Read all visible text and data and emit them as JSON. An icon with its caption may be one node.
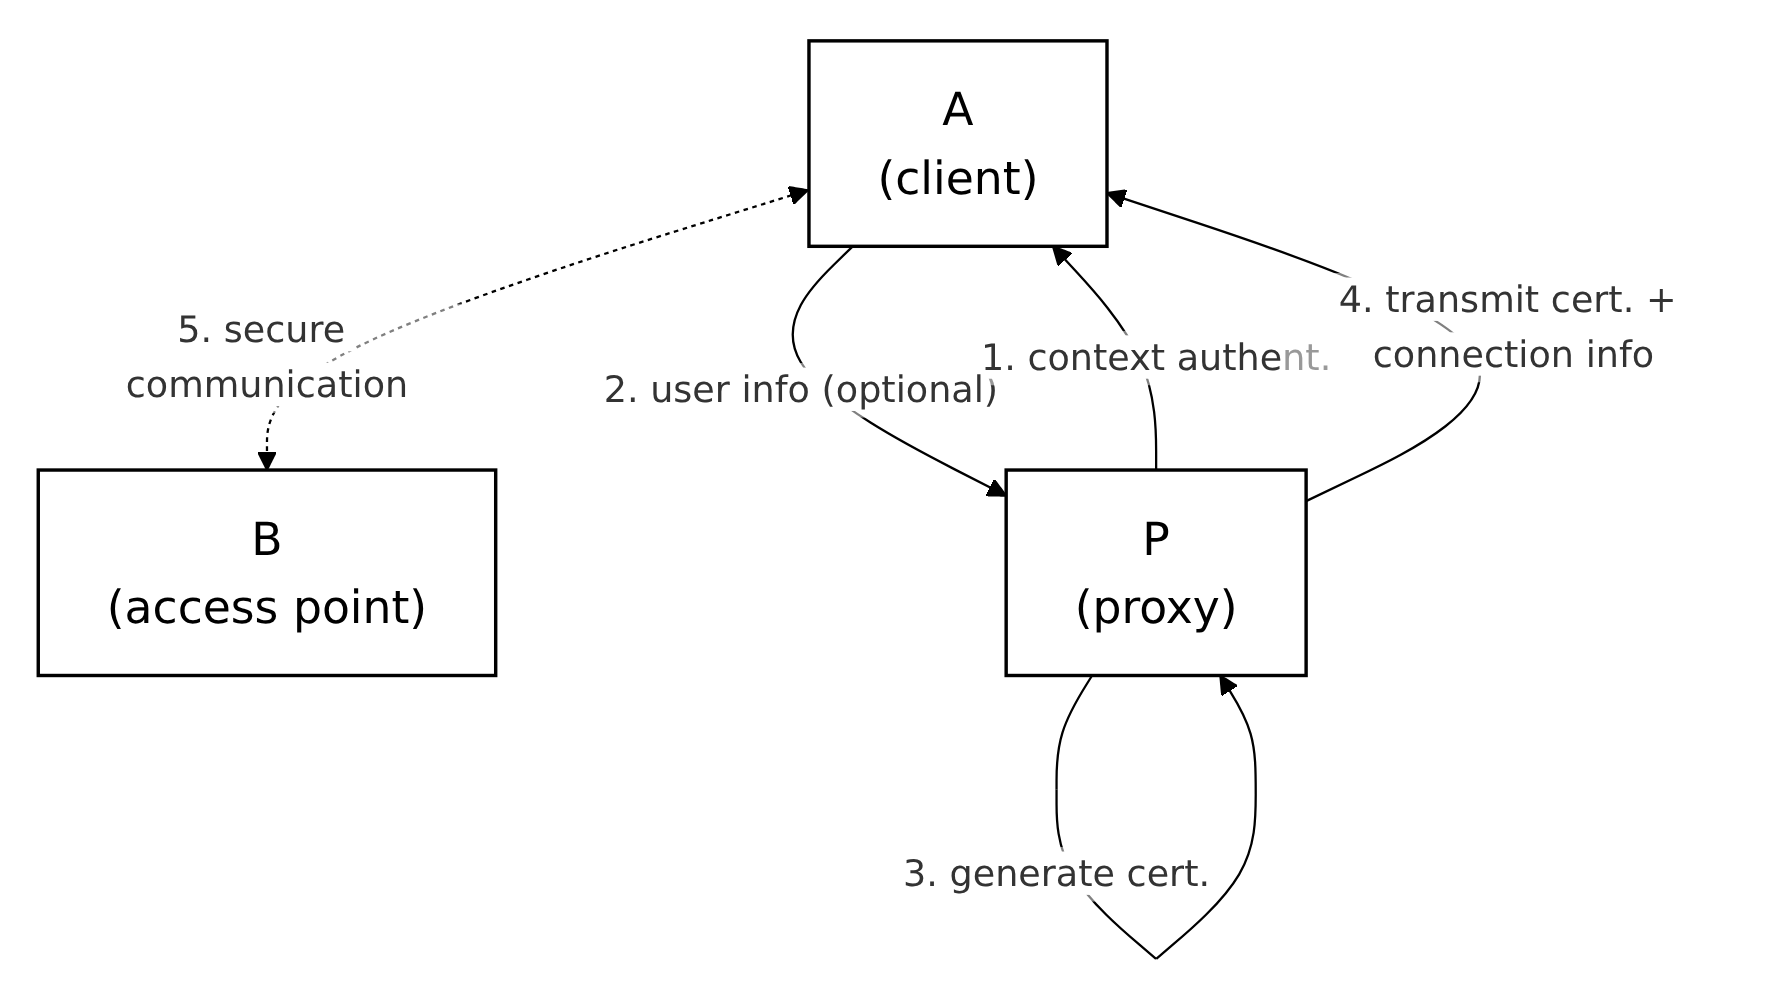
{
  "diagram": {
    "nodes": [
      {
        "text": [
          "A",
          "(client)"
        ]
      },
      {
        "text": [
          "B",
          "(access point)"
        ]
      },
      {
        "text": [
          "P",
          "(proxy)"
        ]
      }
    ],
    "edges": [
      {
        "from": 0,
        "to": 1,
        "arrow": "both",
        "style": "dashed",
        "label": "5. secure communication"
      },
      {
        "from": 0,
        "to": 2,
        "arrow": "to",
        "label": "2. user info (optional)"
      },
      {
        "from": 2,
        "to": 0,
        "arrow": "to",
        "label": "1. context authent."
      },
      {
        "from": 2,
        "to": 2,
        "arrow": "to",
        "label": "3. generate cert."
      },
      {
        "from": 2,
        "to": 0,
        "arrow": "to",
        "label": "4. transmit cert. + connection info"
      }
    ]
  }
}
